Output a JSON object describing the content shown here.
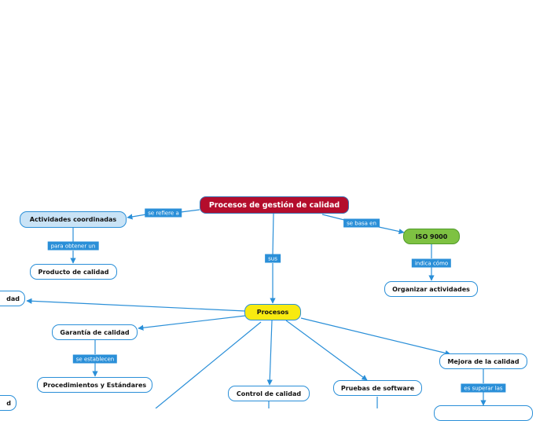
{
  "nodes": {
    "root": "Procesos de gestión de calidad",
    "actividades": "Actividades coordinadas",
    "producto": "Producto de calidad",
    "iso": "ISO 9000",
    "organizar": "Organizar actividades",
    "procesos": "Procesos",
    "left_cut": "dad",
    "garantia": "Garantía de calidad",
    "procedimientos": "Procedimientos y Estándares",
    "bottom_cut": "d",
    "control": "Control de calidad",
    "pruebas": "Pruebas de software",
    "mejora": "Mejora de la calidad"
  },
  "links": {
    "se_refiere_a": "se refiere a",
    "se_basa_en": "se basa en",
    "para_obtener_un": "para obtener un",
    "indica_como": "indica cómo",
    "sus": "sus",
    "se_establecen": "se establecen",
    "es_superar_las": "es superar las"
  },
  "colors": {
    "root": "#b40d2c",
    "connector": "#2a8fd8",
    "procesos": "#f8ea10",
    "iso": "#7ec242",
    "actividades": "#c9e3f6"
  }
}
